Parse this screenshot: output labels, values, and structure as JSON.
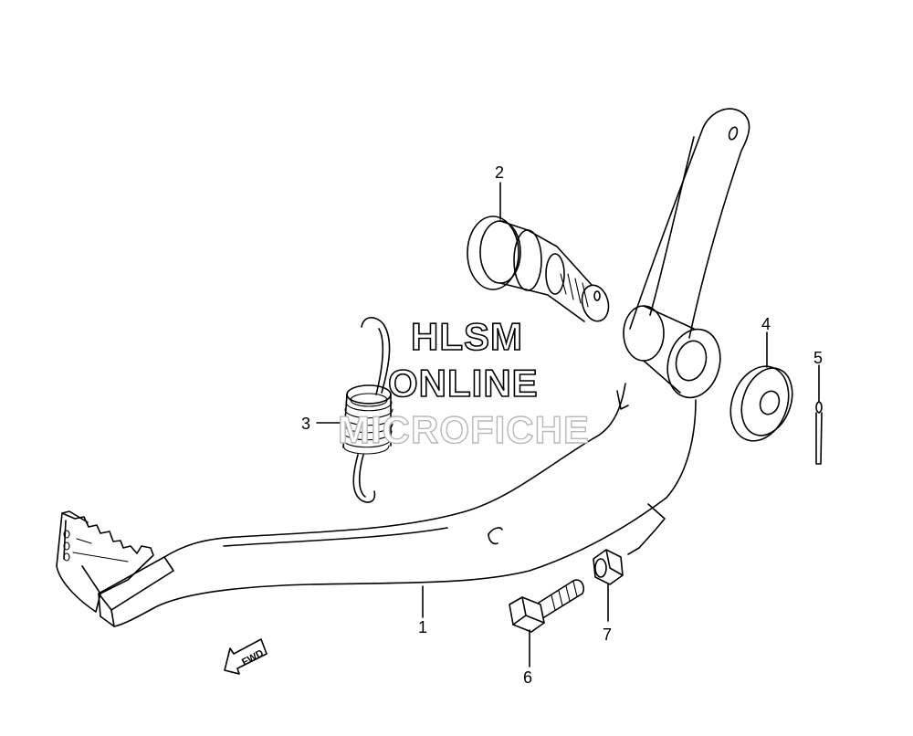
{
  "callouts": {
    "p1": "1",
    "p2": "2",
    "p3": "3",
    "p4": "4",
    "p5": "5",
    "p6": "6",
    "p7": "7"
  },
  "watermark": {
    "line1": "HLSM",
    "line2": "ONLINE",
    "line3": "MICROFICHE"
  },
  "fwd_arrow": {
    "label": "FWD"
  }
}
